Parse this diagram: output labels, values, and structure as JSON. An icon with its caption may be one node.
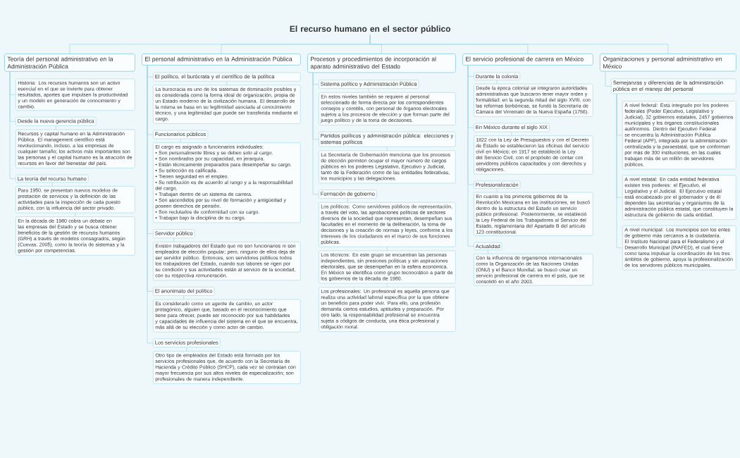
{
  "diagram": {
    "nodes": [
      {
        "text": [
          "El recurso humano en el sector público"
        ]
      },
      {
        "text": [
          "Teoría del personal administrativo en la Administración Pública"
        ]
      },
      {
        "text": [
          "Historia: Los recursos humanos son un activo esencial en el que se invierte para obtener resultados, aportes que impulsen la productividad y un modelo en generación de conocimiento y cambio."
        ]
      },
      {
        "text": [
          "Desde la nueva gerencia pública"
        ]
      },
      {
        "text": [
          "Recursos y capital humano en la Administración Pública. El management científico está revolucionando, incluso, a las empresas de cualquier tamaño; los activos más importantes son las personas y el capital humano es la atracción de recursos en favor del bienestar del país."
        ]
      },
      {
        "text": [
          "La teoría del recurso humano"
        ]
      },
      {
        "text": [
          "Para 1950, se presentan nuevos modelos de prestación de servicios y la definición de las actividades para la inspección de cada puesto público, con la influencia del sector privado."
        ]
      },
      {
        "text": [
          "En la década de 1980 cobra un debate en las empresas del Estado y se busca obtener beneficios de la gestión de recursos humanos (GRH) a través de modelos consagrados, según (Cuevas, 2005), como la teoría de sistemas y la gestión por competencias."
        ]
      },
      {
        "text": [
          "El personal administrativo en la Administración Pública"
        ]
      },
      {
        "text": [
          "El político, el burócrata y el científico de la política"
        ]
      },
      {
        "text": [
          "La burocracia es uno de los sistemas de dominación posibles y es considerada como la forma ideal de organización, propia de un Estado moderno de la civilización humana. El desarrollo de la misma se basa en su legitimidad asociada al conocimiento técnico, y una legitimidad que puede ser transferida mediante el cargo."
        ]
      },
      {
        "text": [
          "Funcionarios públicos"
        ]
      },
      {
        "text": [
          "El cargo es asignado a funcionarios individuales:",
          "• Son personalmente libres y se deben solo al cargo.",
          "• Son nombrados por su capacidad, en jerarquía.",
          "• Están técnicamente preparados para desempeñar su cargo.",
          "• Su selección es calificada.",
          "• Tienen seguridad en el empleo.",
          "• Su retribución es de acuerdo al rango y a la responsabilidad del cargo.",
          "• Trabajan dentro de un sistema de carrera.",
          "• Son ascendidos por su nivel de formación y antigüedad y poseen derechos de pensión.",
          "• Son reclutados de conformidad con su cargo.",
          "• Trabajan bajo la disciplina de su cargo."
        ]
      },
      {
        "text": [
          "Servidor público"
        ]
      },
      {
        "text": [
          "Existen trabajadores del Estado que no son funcionarios ni son empleados de elección popular; pero, ninguno de ellos deja de ser servidor público. Entonces, son servidores públicos todos los trabajadores del Estado, cuando sus labores se rigen por su condición y sus actividades están al servicio de la sociedad, con su respectiva remuneración."
        ]
      },
      {
        "text": [
          "El anonimato del político"
        ]
      },
      {
        "text": [
          "Es considerado como un agente de cambio, un actor protagónico, alguien que, basado en el reconocimiento que tiene para ofrecer, puede ser reconocido por sus habilidades y capacidades de influencia del sistema en el que se encuentra, más allá de su elección y como actor de cambio."
        ]
      },
      {
        "text": [
          "Los servicios profesionales"
        ]
      },
      {
        "text": [
          "Otro tipo de empleados del Estado está formado por los servicios profesionales que, de acuerdo con la Secretaría de Hacienda y Crédito Público (SHCP), cada vez se contratan con mayor frecuencia por sus altos niveles de especialización; son profesionales de manera independiente."
        ]
      },
      {
        "text": [
          "Procesos y procedimientos de incorporación al aparato administrativo del Estado"
        ]
      },
      {
        "text": [
          "Sistema político y Administración Pública"
        ]
      },
      {
        "text": [
          "En estos niveles también se requiere al personal seleccionado de forma directa por los correspondientes consejos y comités, con personal de órganos electorales sujetos a los procesos de elección y que forman parte del juego político y de la toma de decisiones."
        ]
      },
      {
        "text": [
          "Partidos políticos y administración pública: elecciones y sistemas políticos"
        ]
      },
      {
        "text": [
          "La Secretaría de Gobernación menciona que los procesos de elección permiten ocupar el mayor número de cargos públicos en los poderes Legislativo, Ejecutivo y Judicial, tanto de la Federación como de las entidades federativas, los municipios y las delegaciones."
        ]
      },
      {
        "text": [
          "Formación de gobierno"
        ]
      },
      {
        "text": [
          "Los políticos: Como servidores públicos de representación, a través del voto, las aprobaciones políticas de sectores diversos de la sociedad que representan, desempeñan sus facultades en el momento de la deliberación, la toma de decisiones y la creación de normas y leyes, conforme a los intereses de los ciudadanos en el marco de sus funciones públicas."
        ]
      },
      {
        "text": [
          "Los técnicos: En este grupo se encuentran las personas independientes, sin presiones políticas y sin aspiraciones electorales, que se desempeñan en la esfera económica. En México se identifica como grupo tecnocrático a partir de los gobiernos de la década de 1980."
        ]
      },
      {
        "text": [
          "Los profesionales: Un profesional es aquella persona que realiza una actividad laboral específica por la que obtiene un beneficio para poder vivir. Para ello, una profesión demanda ciertos estudios, aptitudes y preparación. Por otro lado, la responsabilidad profesional se encuentra sujeta a códigos de conducta, una ética profesional y obligación moral."
        ]
      },
      {
        "text": [
          "El servicio profesional de carrera en México"
        ]
      },
      {
        "text": [
          "Durante la colonia"
        ]
      },
      {
        "text": [
          "Desde la época colonial se integraron autoridades administrativas que buscaron tener mayor orden y formalidad; en la segunda mitad del siglo XVIII, con las reformas borbónicas, se fundó la Secretaría de Cámara del Virreinato de la Nueva España (1756)."
        ]
      },
      {
        "text": [
          "En México durante el siglo XIX"
        ]
      },
      {
        "text": [
          "1822 con la Ley de Presupuestos y con el Decreto de Estado se establecieron las oficinas del servicio civil en México; en 1917 se estableció la Ley del Servicio Civil, con el propósito de contar con servidores públicos capacitados y con derechos y obligaciones."
        ]
      },
      {
        "text": [
          "Profesionalización"
        ]
      },
      {
        "text": [
          "En cuanto a los primeros gobiernos de la Revolución Mexicana en las instituciones, se buscó dentro de la estructura del Estado un servicio público profesional. Posteriormente, se estableció la Ley Federal de los Trabajadores al Servicio del Estado, reglamentaria del Apartado B del artículo 123 constitucional."
        ]
      },
      {
        "text": [
          "Actualidad"
        ]
      },
      {
        "text": [
          "Con la influencia de organismos internacionales como la Organización de las Naciones Unidas (ONU) y el Banco Mundial, se buscó crear un servicio profesional de carrera en el país, que se consolidó en el año 2003."
        ]
      },
      {
        "text": [
          "Organizaciones y personal administrativo en México"
        ]
      },
      {
        "text": [
          "Semejanzas y diferencias de la administración pública en el manejo del personal"
        ]
      },
      {
        "text": [
          "A nivel federal: Está integrado por los poderes federales (Poder Ejecutivo, Legislativo y Judicial), 32 gobiernos estatales, 2457 gobiernos municipales y los órganos constitucionales autónomos. Dentro del Ejecutivo Federal se encuentra la Administración Pública Federal (APF), integrada por la administración centralizada y la paraestatal, que se conforman por más de 300 instituciones, en las cuales trabajan más de un millón de servidores públicos."
        ]
      },
      {
        "text": [
          "A nivel estatal: En cada entidad federativa existen tres poderes: el Ejecutivo, el Legislativo y el Judicial. El Ejecutivo estatal está encabezado por el gobernador y de él dependen las secretarías y organismos de la administración pública estatal, que constituyen la estructura de gobierno de cada entidad."
        ]
      },
      {
        "text": [
          "A nivel municipal: Los municipios son los entes de gobierno más cercanos a la ciudadanía. El Instituto Nacional para el Federalismo y el Desarrollo Municipal (INAFED), el cual tiene como tarea impulsar la coordinación de los tres ámbitos de gobierno, apoya la profesionalización de los servidores públicos municipales."
        ]
      }
    ],
    "edges": [
      {
        "from": 0,
        "to": 1,
        "arrow": "none"
      },
      {
        "from": 0,
        "to": 8,
        "arrow": "none"
      },
      {
        "from": 0,
        "to": 19,
        "arrow": "none"
      },
      {
        "from": 0,
        "to": 28,
        "arrow": "none"
      },
      {
        "from": 0,
        "to": 37,
        "arrow": "none"
      },
      {
        "from": 1,
        "to": 2,
        "arrow": "none"
      },
      {
        "from": 1,
        "to": 3,
        "arrow": "none"
      },
      {
        "from": 1,
        "to": 5,
        "arrow": "none"
      },
      {
        "from": 3,
        "to": 4,
        "arrow": "none"
      },
      {
        "from": 5,
        "to": 6,
        "arrow": "none"
      },
      {
        "from": 6,
        "to": 7,
        "arrow": "none"
      },
      {
        "from": 8,
        "to": 9,
        "arrow": "none"
      },
      {
        "from": 8,
        "to": 11,
        "arrow": "none"
      },
      {
        "from": 8,
        "to": 13,
        "arrow": "none"
      },
      {
        "from": 8,
        "to": 15,
        "arrow": "none"
      },
      {
        "from": 8,
        "to": 17,
        "arrow": "none"
      },
      {
        "from": 9,
        "to": 10,
        "arrow": "none"
      },
      {
        "from": 11,
        "to": 12,
        "arrow": "none"
      },
      {
        "from": 13,
        "to": 14,
        "arrow": "none"
      },
      {
        "from": 15,
        "to": 16,
        "arrow": "none"
      },
      {
        "from": 17,
        "to": 18,
        "arrow": "none"
      },
      {
        "from": 19,
        "to": 20,
        "arrow": "none"
      },
      {
        "from": 19,
        "to": 22,
        "arrow": "none"
      },
      {
        "from": 19,
        "to": 24,
        "arrow": "none"
      },
      {
        "from": 20,
        "to": 21,
        "arrow": "none"
      },
      {
        "from": 22,
        "to": 23,
        "arrow": "none"
      },
      {
        "from": 24,
        "to": 25,
        "arrow": "none"
      },
      {
        "from": 25,
        "to": 26,
        "arrow": "none"
      },
      {
        "from": 26,
        "to": 27,
        "arrow": "none"
      },
      {
        "from": 28,
        "to": 29,
        "arrow": "none"
      },
      {
        "from": 28,
        "to": 31,
        "arrow": "none"
      },
      {
        "from": 28,
        "to": 33,
        "arrow": "none"
      },
      {
        "from": 28,
        "to": 35,
        "arrow": "none"
      },
      {
        "from": 29,
        "to": 30,
        "arrow": "none"
      },
      {
        "from": 31,
        "to": 32,
        "arrow": "none"
      },
      {
        "from": 33,
        "to": 34,
        "arrow": "none"
      },
      {
        "from": 35,
        "to": 36,
        "arrow": "none"
      },
      {
        "from": 37,
        "to": 38,
        "arrow": "none"
      },
      {
        "from": 38,
        "to": 39,
        "arrow": "none"
      },
      {
        "from": 38,
        "to": 40,
        "arrow": "none"
      },
      {
        "from": 38,
        "to": 41,
        "arrow": "none"
      }
    ]
  }
}
